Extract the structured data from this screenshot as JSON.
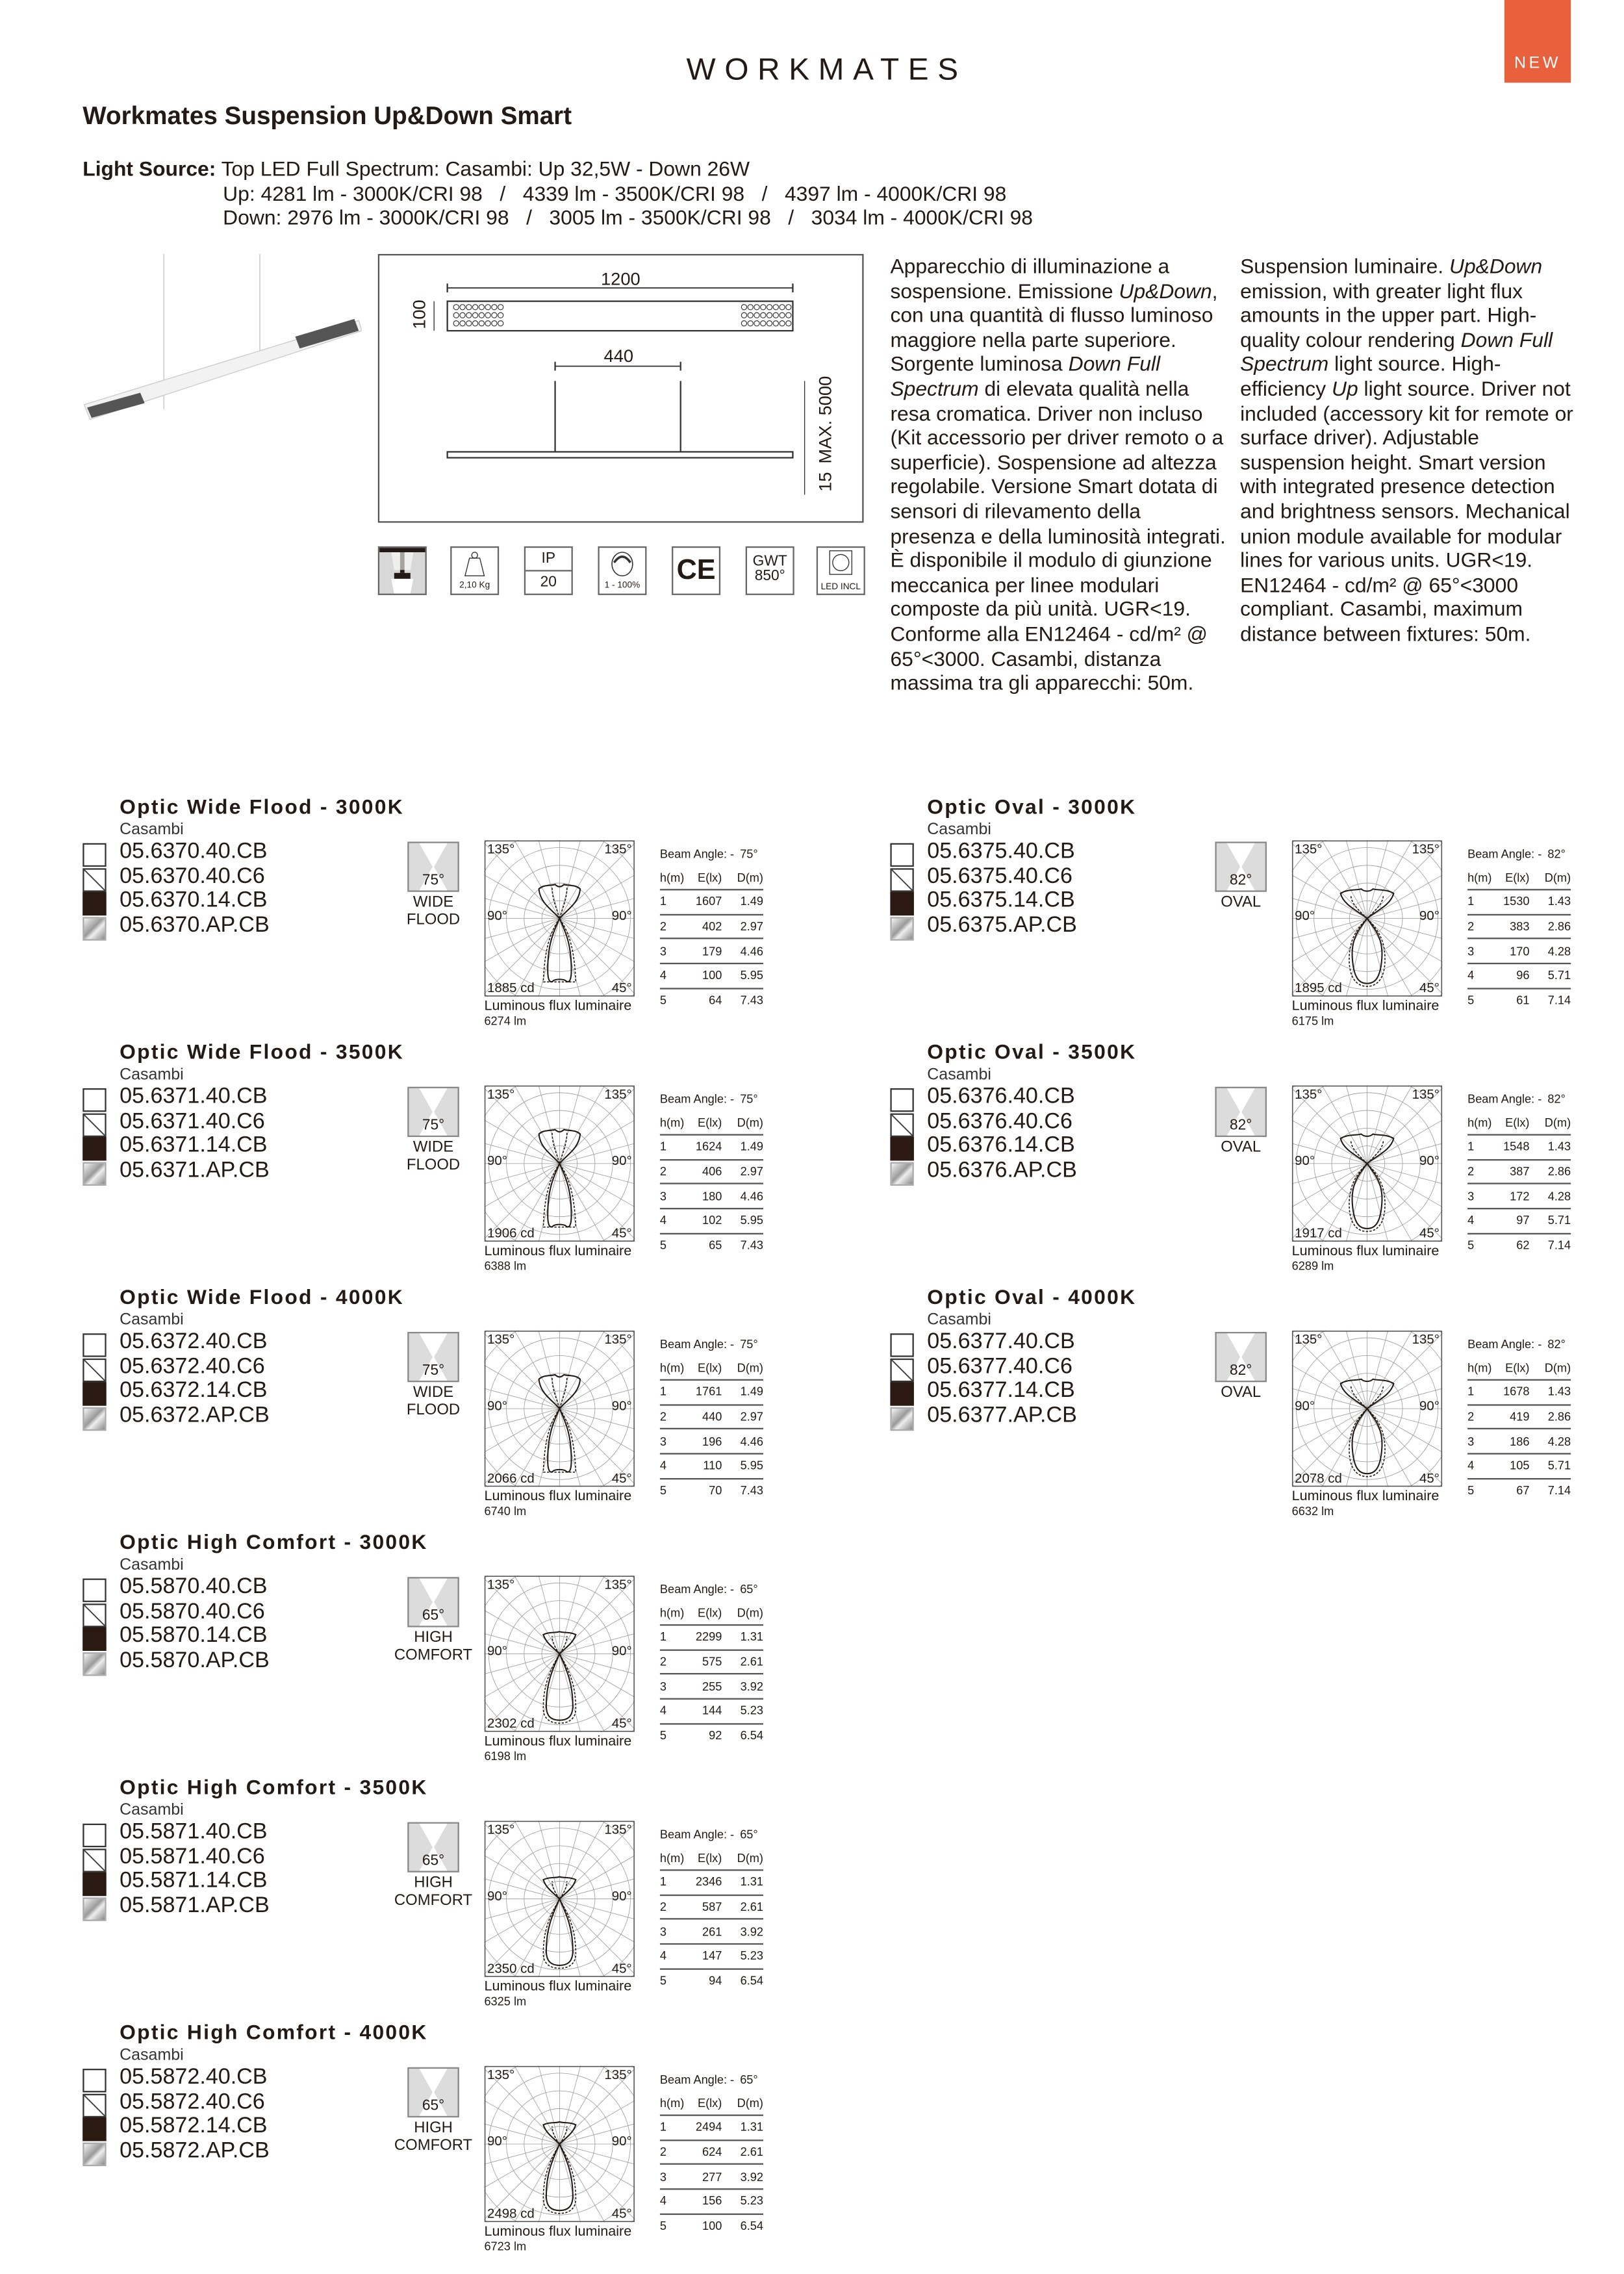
{
  "badge": "NEW",
  "brand": "WORKMATES",
  "title": "Workmates Suspension Up&Down Smart",
  "light_source": {
    "label": "Light Source:",
    "line1": "Top LED Full Spectrum: Casambi: Up 32,5W - Down 26W",
    "line2": "Up: 4281 lm - 3000K/CRI 98   /   4339 lm - 3500K/CRI 98   /   4397 lm - 4000K/CRI 98",
    "line3": "Down: 2976 lm - 3000K/CRI 98   /   3005 lm - 3500K/CRI 98   /   3034 lm - 4000K/CRI 98"
  },
  "drawing": {
    "width": "1200",
    "height": "100",
    "spacing": "440",
    "max": "MAX. 5000",
    "thickness": "15"
  },
  "icons": {
    "weight": "2,10 Kg",
    "ip_label": "IP",
    "ip_value": "20",
    "dimming": "1 - 100%",
    "ce": "CE",
    "gwt": "GWT",
    "gwt_value": "850°",
    "led": "LED INCL"
  },
  "desc_it": [
    {
      "t": "Apparecchio di illuminazione a sospensione. Emissione "
    },
    {
      "t": "Up&Down",
      "i": true
    },
    {
      "t": ", con una quantità di flusso luminoso maggiore nella parte superiore. Sorgente luminosa "
    },
    {
      "t": "Down Full Spectrum",
      "i": true
    },
    {
      "t": " di elevata qualità nella resa cromatica. Driver non incluso (Kit accessorio per driver remoto o a superficie). Sospensione ad altezza regolabile. Versione Smart dotata di sensori di rilevamento della presenza e della luminosità integrati. È disponibile il modulo di giunzione meccanica per linee modulari composte da più unità. UGR<19. Conforme alla EN12464 - cd/m² @ 65°<3000. Casambi, distanza massima tra gli apparecchi: 50m."
    }
  ],
  "desc_en": [
    {
      "t": "Suspension luminaire. "
    },
    {
      "t": "Up&Down",
      "i": true
    },
    {
      "t": " emission, with greater light flux amounts in the upper part. High-quality colour rendering "
    },
    {
      "t": "Down Full Spectrum",
      "i": true
    },
    {
      "t": " light source. High-efficiency "
    },
    {
      "t": "Up",
      "i": true
    },
    {
      "t": " light source. Driver not included (accessory kit for remote or surface driver). Adjustable suspension height. Smart version with integrated presence detection and brightness sensors. Mechanical union module available for modular lines for various units. UGR<19. EN12464 - cd/m² @ 65°<3000 compliant. Casambi, maximum distance between fixtures: 50m."
    }
  ],
  "common": {
    "subtitle": "Casambi",
    "beam_label": "Beam Angle:  -",
    "h": "h(m)",
    "e": "E(lx)",
    "d": "D(m)",
    "flux_label": "Luminous flux luminaire",
    "a135": "135°",
    "a90": "90°",
    "a45": "45°"
  },
  "finishes": [
    "white",
    "white-black",
    "black",
    "aluminium"
  ],
  "optics": [
    {
      "col": 0,
      "title": "Optic Wide Flood - 3000K",
      "codes": [
        "05.6370.40.CB",
        "05.6370.40.C6",
        "05.6370.14.CB",
        "05.6370.AP.CB"
      ],
      "beam": "75°",
      "beam_name": [
        "WIDE",
        "FLOOD"
      ],
      "kind": "wide",
      "cd": "1885 cd",
      "flux": "6274 lm",
      "rows": [
        [
          "1",
          "1607",
          "1.49"
        ],
        [
          "2",
          "402",
          "2.97"
        ],
        [
          "3",
          "179",
          "4.46"
        ],
        [
          "4",
          "100",
          "5.95"
        ],
        [
          "5",
          "64",
          "7.43"
        ]
      ]
    },
    {
      "col": 0,
      "title": "Optic Wide Flood - 3500K",
      "codes": [
        "05.6371.40.CB",
        "05.6371.40.C6",
        "05.6371.14.CB",
        "05.6371.AP.CB"
      ],
      "beam": "75°",
      "beam_name": [
        "WIDE",
        "FLOOD"
      ],
      "kind": "wide",
      "cd": "1906 cd",
      "flux": "6388 lm",
      "rows": [
        [
          "1",
          "1624",
          "1.49"
        ],
        [
          "2",
          "406",
          "2.97"
        ],
        [
          "3",
          "180",
          "4.46"
        ],
        [
          "4",
          "102",
          "5.95"
        ],
        [
          "5",
          "65",
          "7.43"
        ]
      ]
    },
    {
      "col": 0,
      "title": "Optic Wide Flood - 4000K",
      "codes": [
        "05.6372.40.CB",
        "05.6372.40.C6",
        "05.6372.14.CB",
        "05.6372.AP.CB"
      ],
      "beam": "75°",
      "beam_name": [
        "WIDE",
        "FLOOD"
      ],
      "kind": "wide",
      "cd": "2066 cd",
      "flux": "6740 lm",
      "rows": [
        [
          "1",
          "1761",
          "1.49"
        ],
        [
          "2",
          "440",
          "2.97"
        ],
        [
          "3",
          "196",
          "4.46"
        ],
        [
          "4",
          "110",
          "5.95"
        ],
        [
          "5",
          "70",
          "7.43"
        ]
      ]
    },
    {
      "col": 0,
      "title": "Optic High Comfort - 3000K",
      "codes": [
        "05.5870.40.CB",
        "05.5870.40.C6",
        "05.5870.14.CB",
        "05.5870.AP.CB"
      ],
      "beam": "65°",
      "beam_name": [
        "HIGH",
        "COMFORT"
      ],
      "kind": "comfort",
      "cd": "2302 cd",
      "flux": "6198 lm",
      "rows": [
        [
          "1",
          "2299",
          "1.31"
        ],
        [
          "2",
          "575",
          "2.61"
        ],
        [
          "3",
          "255",
          "3.92"
        ],
        [
          "4",
          "144",
          "5.23"
        ],
        [
          "5",
          "92",
          "6.54"
        ]
      ]
    },
    {
      "col": 0,
      "title": "Optic High Comfort - 3500K",
      "codes": [
        "05.5871.40.CB",
        "05.5871.40.C6",
        "05.5871.14.CB",
        "05.5871.AP.CB"
      ],
      "beam": "65°",
      "beam_name": [
        "HIGH",
        "COMFORT"
      ],
      "kind": "comfort",
      "cd": "2350 cd",
      "flux": "6325 lm",
      "rows": [
        [
          "1",
          "2346",
          "1.31"
        ],
        [
          "2",
          "587",
          "2.61"
        ],
        [
          "3",
          "261",
          "3.92"
        ],
        [
          "4",
          "147",
          "5.23"
        ],
        [
          "5",
          "94",
          "6.54"
        ]
      ]
    },
    {
      "col": 0,
      "title": "Optic High Comfort - 4000K",
      "codes": [
        "05.5872.40.CB",
        "05.5872.40.C6",
        "05.5872.14.CB",
        "05.5872.AP.CB"
      ],
      "beam": "65°",
      "beam_name": [
        "HIGH",
        "COMFORT"
      ],
      "kind": "comfort",
      "cd": "2498 cd",
      "flux": "6723 lm",
      "rows": [
        [
          "1",
          "2494",
          "1.31"
        ],
        [
          "2",
          "624",
          "2.61"
        ],
        [
          "3",
          "277",
          "3.92"
        ],
        [
          "4",
          "156",
          "5.23"
        ],
        [
          "5",
          "100",
          "6.54"
        ]
      ]
    },
    {
      "col": 1,
      "title": "Optic Oval - 3000K",
      "codes": [
        "05.6375.40.CB",
        "05.6375.40.C6",
        "05.6375.14.CB",
        "05.6375.AP.CB"
      ],
      "beam": "82°",
      "beam_name": [
        "OVAL"
      ],
      "kind": "oval",
      "cd": "1895 cd",
      "flux": "6175 lm",
      "rows": [
        [
          "1",
          "1530",
          "1.43"
        ],
        [
          "2",
          "383",
          "2.86"
        ],
        [
          "3",
          "170",
          "4.28"
        ],
        [
          "4",
          "96",
          "5.71"
        ],
        [
          "5",
          "61",
          "7.14"
        ]
      ]
    },
    {
      "col": 1,
      "title": "Optic Oval - 3500K",
      "codes": [
        "05.6376.40.CB",
        "05.6376.40.C6",
        "05.6376.14.CB",
        "05.6376.AP.CB"
      ],
      "beam": "82°",
      "beam_name": [
        "OVAL"
      ],
      "kind": "oval",
      "cd": "1917 cd",
      "flux": "6289 lm",
      "rows": [
        [
          "1",
          "1548",
          "1.43"
        ],
        [
          "2",
          "387",
          "2.86"
        ],
        [
          "3",
          "172",
          "4.28"
        ],
        [
          "4",
          "97",
          "5.71"
        ],
        [
          "5",
          "62",
          "7.14"
        ]
      ]
    },
    {
      "col": 1,
      "title": "Optic Oval - 4000K",
      "codes": [
        "05.6377.40.CB",
        "05.6377.40.C6",
        "05.6377.14.CB",
        "05.6377.AP.CB"
      ],
      "beam": "82°",
      "beam_name": [
        "OVAL"
      ],
      "kind": "oval",
      "cd": "2078 cd",
      "flux": "6632 lm",
      "rows": [
        [
          "1",
          "1678",
          "1.43"
        ],
        [
          "2",
          "419",
          "2.86"
        ],
        [
          "3",
          "186",
          "4.28"
        ],
        [
          "4",
          "105",
          "5.71"
        ],
        [
          "5",
          "67",
          "7.14"
        ]
      ]
    }
  ]
}
